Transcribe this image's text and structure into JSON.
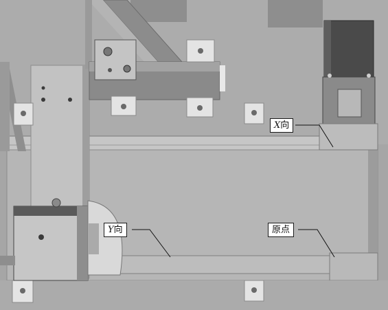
{
  "labels": {
    "x_axis": {
      "letter": "X",
      "suffix": "向"
    },
    "y_axis": {
      "letter": "Y",
      "suffix": "向"
    },
    "origin": "原点"
  },
  "colors": {
    "background": "#a9a9a9",
    "plate": "#b4b4b4",
    "frame_light": "#c8c8c8",
    "frame_dark": "#8a8a8a",
    "motor_dark": "#4a4a4a",
    "bracket": "#e6e6e6",
    "leader": "#111111"
  }
}
